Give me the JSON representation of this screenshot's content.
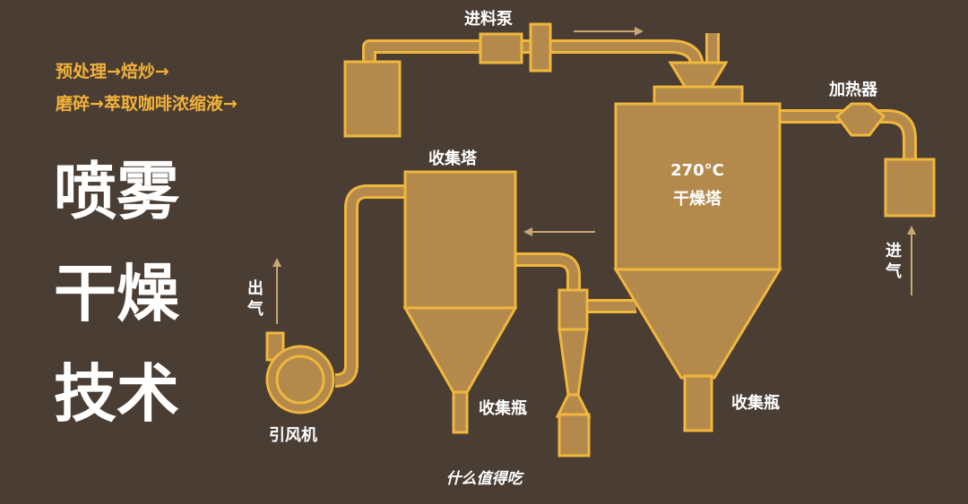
{
  "intro": {
    "line1": "预处理→焙炒→",
    "line2": "磨碎→萃取咖啡浓缩液→"
  },
  "title": {
    "line1": "喷雾",
    "line2": "干燥",
    "line3": "技术"
  },
  "labels": {
    "feed_pump": "进料泵",
    "heater": "加热器",
    "collection_tower": "收集塔",
    "dryer_temp": "270°C",
    "dryer_name": "干燥塔",
    "air_in_1": "进",
    "air_in_2": "气",
    "air_out_1": "出",
    "air_out_2": "气",
    "fan": "引风机",
    "bottle_left": "收集瓶",
    "bottle_right": "收集瓶"
  },
  "watermark": "什么值得吃",
  "colors": {
    "background": "#4a3d33",
    "outline": "#f0b73c",
    "fill": "#b38a4c",
    "text": "#ffffff",
    "accent_text": "#f2b23a"
  }
}
